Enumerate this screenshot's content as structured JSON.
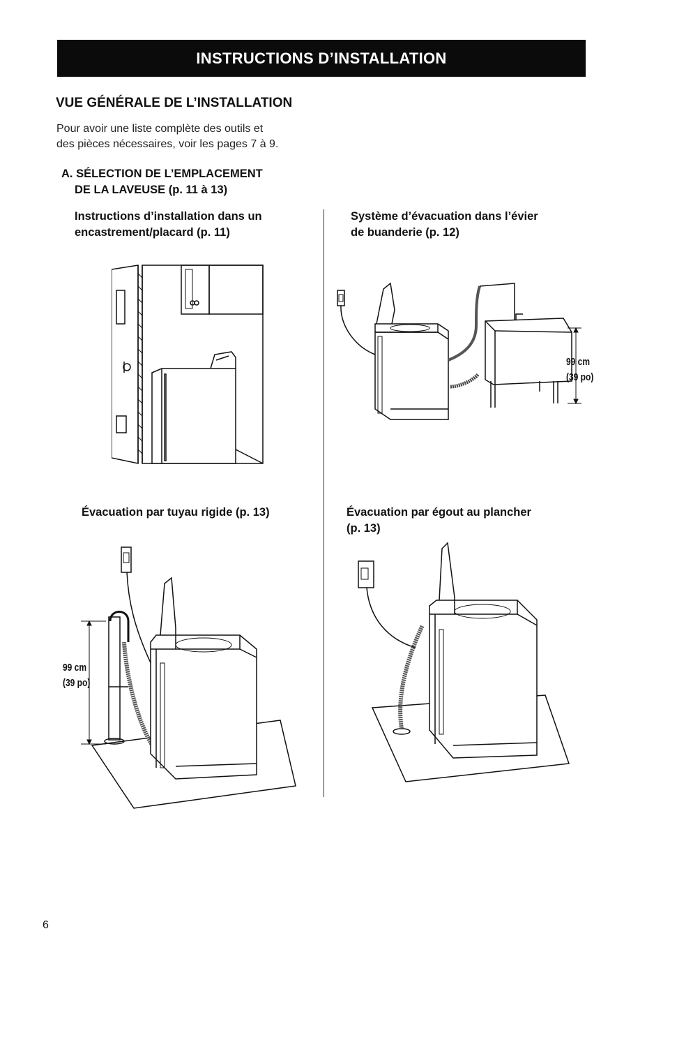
{
  "header": {
    "banner": "INSTRUCTIONS D’INSTALLATION"
  },
  "overview": {
    "title": "VUE GÉNÉRALE DE L’INSTALLATION",
    "intro_line1": "Pour avoir une liste complète des outils et",
    "intro_line2": "des pièces nécessaires, voir les pages 7 à 9."
  },
  "section_a": {
    "line1": "A. SÉLECTION DE L’EMPLACEMENT",
    "line2": "DE LA LAVEUSE (p. 11 à 13)"
  },
  "figures": {
    "closet": {
      "line1": "Instructions d’installation dans un",
      "line2": "encastrement/placard (p. 11)"
    },
    "sink": {
      "line1": "Système d’évacuation dans l’évier",
      "line2": "de buanderie (p. 12)",
      "dim1": "99 cm",
      "dim2": "(39 po)"
    },
    "standpipe": {
      "line1": "Évacuation par tuyau rigide (p. 13)",
      "dim1": "99 cm",
      "dim2": "(39 po)"
    },
    "floor_drain": {
      "line1": "Évacuation par égout au plancher",
      "line2": "(p. 13)"
    }
  },
  "footer": {
    "page_number": "6"
  }
}
